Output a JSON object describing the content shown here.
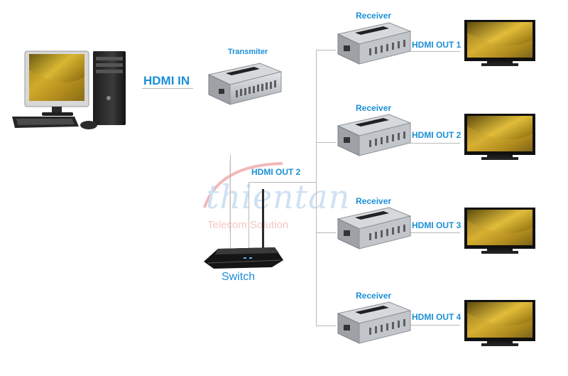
{
  "labels": {
    "hdmi_in": "HDMI IN",
    "transmitter": "Transmiter",
    "switch": "Switch",
    "switch_out": "HDMI OUT 2"
  },
  "receivers": [
    {
      "label": "Receiver",
      "out": "HDMI OUT 1"
    },
    {
      "label": "Receiver",
      "out": "HDMI OUT 2"
    },
    {
      "label": "Receiver",
      "out": "HDMI OUT 3"
    },
    {
      "label": "Receiver",
      "out": "HDMI OUT 4"
    }
  ],
  "watermark": {
    "brand": "thientan",
    "tagline": "Telecom Solution"
  },
  "colors": {
    "label_blue": "#1b8fd6",
    "line_gray": "#b9b9b9",
    "device_silver": "#c9ccd0"
  }
}
